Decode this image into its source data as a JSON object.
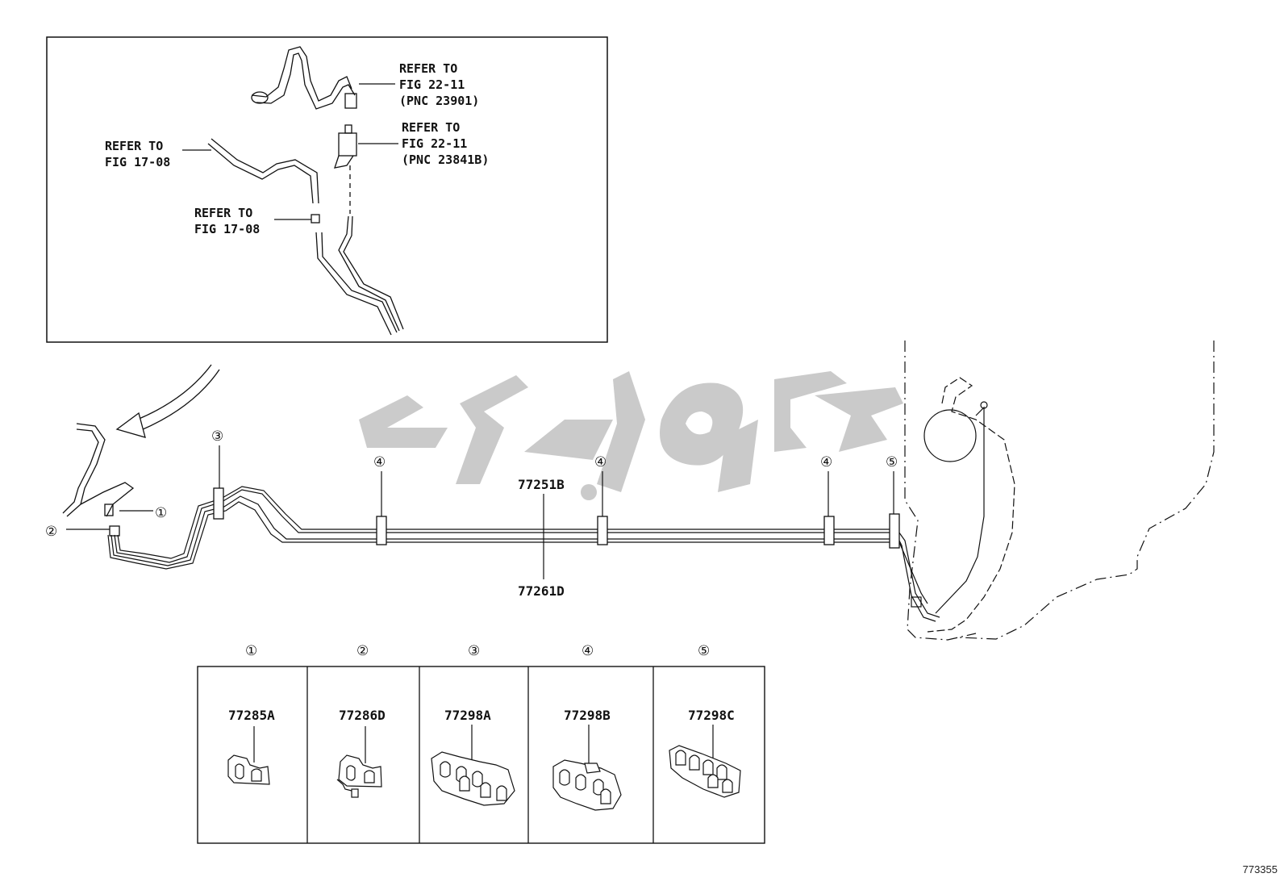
{
  "inset": {
    "refs": [
      {
        "id": "ref-22-11-a",
        "lines": [
          "REFER TO",
          "FIG 22-11",
          "(PNC 23901)"
        ]
      },
      {
        "id": "ref-22-11-b",
        "lines": [
          "REFER TO",
          "FIG 22-11",
          "(PNC 23841B)"
        ]
      },
      {
        "id": "ref-17-08-a",
        "lines": [
          "REFER TO",
          "FIG 17-08"
        ]
      },
      {
        "id": "ref-17-08-b",
        "lines": [
          "REFER TO",
          "FIG 17-08"
        ]
      }
    ]
  },
  "main": {
    "part_top": "77251B",
    "part_bottom": "77261D",
    "callouts": [
      "①",
      "②",
      "③",
      "④",
      "④",
      "④",
      "⑤"
    ]
  },
  "parts_table": [
    {
      "marker": "①",
      "part": "77285A"
    },
    {
      "marker": "②",
      "part": "77286D"
    },
    {
      "marker": "③",
      "part": "77298A"
    },
    {
      "marker": "④",
      "part": "77298B"
    },
    {
      "marker": "⑤",
      "part": "77298C"
    }
  ],
  "figure_id": "773355",
  "colors": {
    "line": "#111111",
    "watermark": "#c8c8c8"
  }
}
